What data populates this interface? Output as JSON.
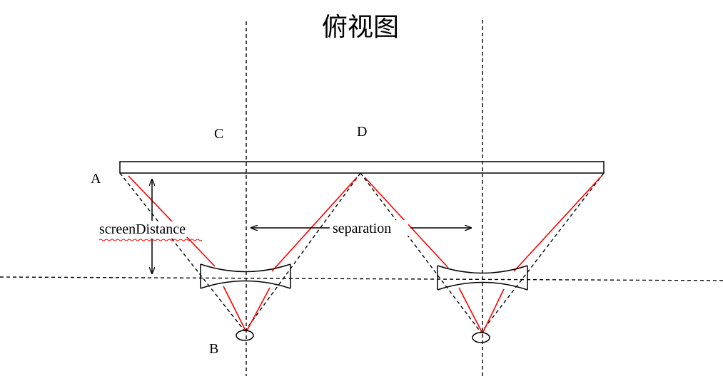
{
  "title": "俯视图",
  "labels": {
    "A": "A",
    "B": "B",
    "C": "C",
    "D": "D",
    "screen_distance": "screenDistance",
    "separation": "separation"
  },
  "colors": {
    "ray": "#ff0000",
    "line": "#000000",
    "spell_underline": "#ff0000"
  }
}
